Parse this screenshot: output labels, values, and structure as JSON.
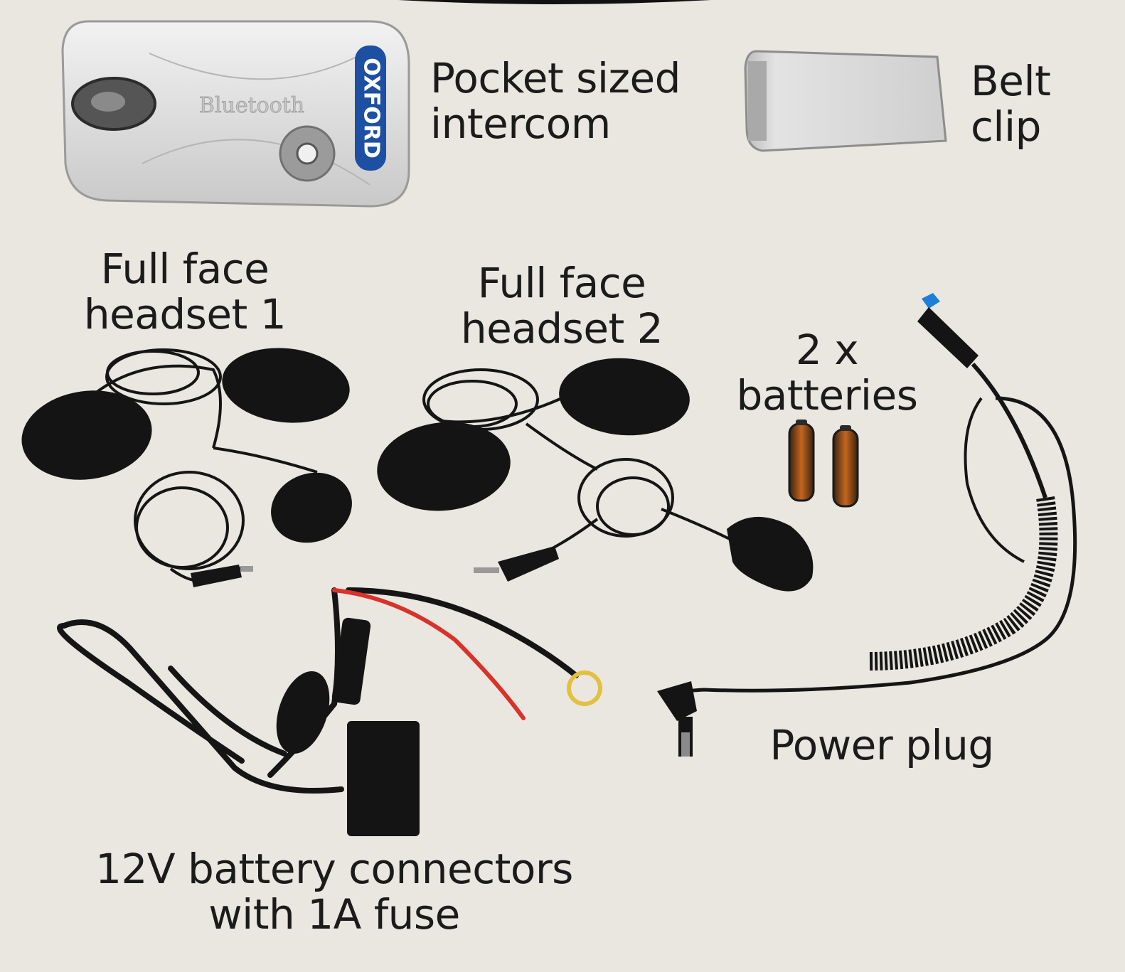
{
  "labels": {
    "pocket_intercom": [
      "Pocket sized",
      "intercom"
    ],
    "belt_clip": [
      "Belt",
      "clip"
    ],
    "headset_1": [
      "Full face",
      "headset 1"
    ],
    "headset_2": [
      "Full face",
      "headset 2"
    ],
    "batteries": [
      "2 x",
      "batteries"
    ],
    "power_plug": [
      "Power plug"
    ],
    "battery_connectors": [
      "12V battery connectors",
      "with 1A fuse"
    ]
  },
  "device": {
    "brand_text": "OXFORD",
    "model_text": "Bluetooth"
  },
  "colors": {
    "background": "#e9e7e0",
    "brand_blue": "#1d4fa3",
    "cable_black": "#161616",
    "cable_red": "#d8322a",
    "device_silver": "#d9d9d9"
  },
  "icons": {
    "device": "intercom-unit",
    "clip": "belt-clip",
    "speakers": "headset-speaker-pads",
    "battery": "battery-cell",
    "cable": "coiled-power-cable"
  }
}
